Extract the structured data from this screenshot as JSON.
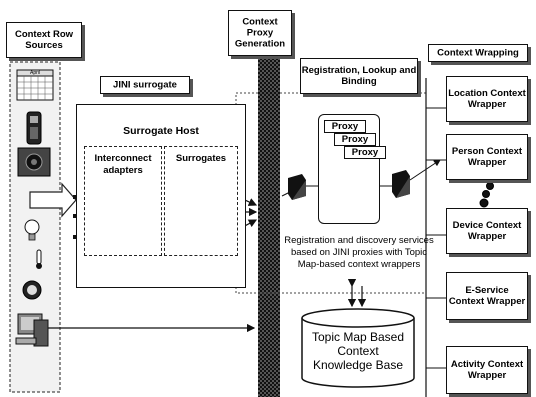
{
  "labels": {
    "context_row_sources": "Context Row Sources",
    "context_proxy_generation": "Context Proxy Generation",
    "registration_lookup_binding": "Registration, Lookup and Binding",
    "context_wrapping": "Context Wrapping",
    "jini_surrogate": "JINI surrogate",
    "surrogate_host": "Surrogate Host",
    "interconnect_adapters": "Interconnect adapters",
    "surrogates": "Surrogates",
    "proxy": "Proxy",
    "registration_text": "Registration and discovery services based on JINI proxies with Topic Map-based context wrappers",
    "knowledge_base": "Topic Map Based Context Knowledge Base",
    "calendar_month": "April"
  },
  "wrappers": [
    "Location Context Wrapper",
    "Person Context Wrapper",
    "Device Context Wrapper",
    "E-Service Context Wrapper",
    "Activity Context Wrapper"
  ],
  "icons": [
    "calendar-icon",
    "phone-icon",
    "camera-icon",
    "lightbulb-icon",
    "thermometer-icon",
    "clock-icon",
    "computer-icon",
    "jini-gear-icon",
    "network-node-icon"
  ]
}
